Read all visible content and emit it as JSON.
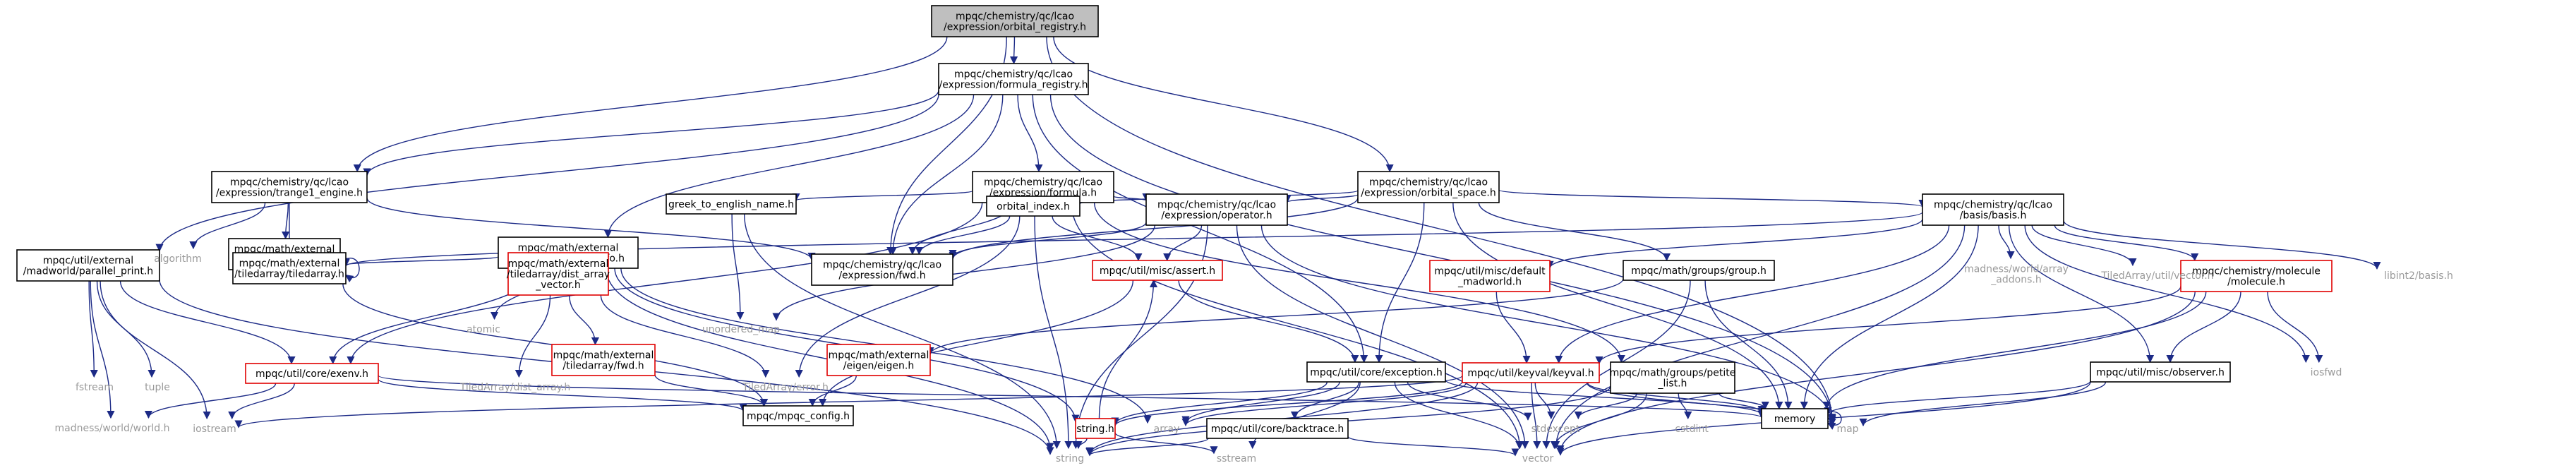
{
  "nodes": [
    {
      "id": "root",
      "lines": [
        "mpqc/chemistry/qc/lcao",
        "/expression/orbital_registry.h"
      ],
      "style": "root"
    },
    {
      "id": "formreg",
      "lines": [
        "mpqc/chemistry/qc/lcao",
        "/expression/formula_registry.h"
      ],
      "style": "box"
    },
    {
      "id": "trange",
      "lines": [
        "mpqc/chemistry/qc/lcao",
        "/expression/trange1_engine.h"
      ],
      "style": "box"
    },
    {
      "id": "formula",
      "lines": [
        "mpqc/chemistry/qc/lcao",
        "/expression/formula.h"
      ],
      "style": "box"
    },
    {
      "id": "orbspace",
      "lines": [
        "mpqc/chemistry/qc/lcao",
        "/expression/orbital_space.h"
      ],
      "style": "box"
    },
    {
      "id": "parprint",
      "lines": [
        "mpqc/util/external",
        "/madworld/parallel_print.h"
      ],
      "style": "box"
    },
    {
      "id": "tautil",
      "lines": [
        "mpqc/math/external",
        "/tiledarray/util.h"
      ],
      "style": "box"
    },
    {
      "id": "arrinfo",
      "lines": [
        "mpqc/math/external",
        "/tiledarray/array_info.h"
      ],
      "style": "box"
    },
    {
      "id": "greek",
      "lines": [
        "greek_to_english_name.h"
      ],
      "style": "box"
    },
    {
      "id": "orbidx",
      "lines": [
        "orbital_index.h"
      ],
      "style": "box"
    },
    {
      "id": "operator",
      "lines": [
        "mpqc/chemistry/qc/lcao",
        "/expression/operator.h"
      ],
      "style": "box"
    },
    {
      "id": "basis",
      "lines": [
        "mpqc/chemistry/qc/lcao",
        "/basis/basis.h"
      ],
      "style": "box"
    },
    {
      "id": "tiledarray",
      "lines": [
        "mpqc/math/external",
        "/tiledarray/tiledarray.h"
      ],
      "style": "box"
    },
    {
      "id": "distarr",
      "lines": [
        "mpqc/math/external",
        "/tiledarray/dist_array",
        "_vector.h"
      ],
      "style": "red"
    },
    {
      "id": "fwd",
      "lines": [
        "mpqc/chemistry/qc/lcao",
        "/expression/fwd.h"
      ],
      "style": "box"
    },
    {
      "id": "exenv",
      "lines": [
        "mpqc/util/core/exenv.h"
      ],
      "style": "red"
    },
    {
      "id": "assert",
      "lines": [
        "mpqc/util/misc/assert.h"
      ],
      "style": "red"
    },
    {
      "id": "defmad",
      "lines": [
        "mpqc/util/misc/default",
        "_madworld.h"
      ],
      "style": "red"
    },
    {
      "id": "group",
      "lines": [
        "mpqc/math/groups/group.h"
      ],
      "style": "box"
    },
    {
      "id": "molecule",
      "lines": [
        "mpqc/chemistry/molecule",
        "/molecule.h"
      ],
      "style": "red"
    },
    {
      "id": "tafwd",
      "lines": [
        "mpqc/math/external",
        "/tiledarray/fwd.h"
      ],
      "style": "red"
    },
    {
      "id": "eigen",
      "lines": [
        "mpqc/math/external",
        "/eigen/eigen.h"
      ],
      "style": "red"
    },
    {
      "id": "exception",
      "lines": [
        "mpqc/util/core/exception.h"
      ],
      "style": "box"
    },
    {
      "id": "keyval",
      "lines": [
        "mpqc/util/keyval/keyval.h"
      ],
      "style": "red"
    },
    {
      "id": "petite",
      "lines": [
        "mpqc/math/groups/petite",
        "_list.h"
      ],
      "style": "box"
    },
    {
      "id": "observer",
      "lines": [
        "mpqc/util/misc/observer.h"
      ],
      "style": "box"
    },
    {
      "id": "config",
      "lines": [
        "mpqc/mpqc_config.h"
      ],
      "style": "box"
    },
    {
      "id": "stringh",
      "lines": [
        "string.h"
      ],
      "style": "red"
    },
    {
      "id": "backtrace",
      "lines": [
        "mpqc/util/core/backtrace.h"
      ],
      "style": "box"
    },
    {
      "id": "memory",
      "lines": [
        "memory"
      ],
      "style": "box"
    },
    {
      "id": "algorithm",
      "lines": [
        "algorithm"
      ],
      "style": "plain"
    },
    {
      "id": "atomic",
      "lines": [
        "atomic"
      ],
      "style": "plain"
    },
    {
      "id": "unordered_map",
      "lines": [
        "unordered_map"
      ],
      "style": "plain"
    },
    {
      "id": "madaddons",
      "lines": [
        "madness/world/array",
        "_addons.h"
      ],
      "style": "plain"
    },
    {
      "id": "tavector",
      "lines": [
        "TiledArray/util/vector.h"
      ],
      "style": "plain"
    },
    {
      "id": "libint",
      "lines": [
        "libint2/basis.h"
      ],
      "style": "plain"
    },
    {
      "id": "fstream",
      "lines": [
        "fstream"
      ],
      "style": "plain"
    },
    {
      "id": "tuple",
      "lines": [
        "tuple"
      ],
      "style": "plain"
    },
    {
      "id": "tadistarr",
      "lines": [
        "TiledArray/dist_array.h"
      ],
      "style": "plain"
    },
    {
      "id": "taerror",
      "lines": [
        "TiledArray/error.h"
      ],
      "style": "plain"
    },
    {
      "id": "iosfwd",
      "lines": [
        "iosfwd"
      ],
      "style": "plain"
    },
    {
      "id": "madworld",
      "lines": [
        "madness/world/world.h"
      ],
      "style": "plain"
    },
    {
      "id": "iostream",
      "lines": [
        "iostream"
      ],
      "style": "plain"
    },
    {
      "id": "array",
      "lines": [
        "array"
      ],
      "style": "plain"
    },
    {
      "id": "stdexcept",
      "lines": [
        "stdexcept"
      ],
      "style": "plain"
    },
    {
      "id": "cstdint",
      "lines": [
        "cstdint"
      ],
      "style": "plain"
    },
    {
      "id": "map",
      "lines": [
        "map"
      ],
      "style": "plain"
    },
    {
      "id": "string",
      "lines": [
        "string"
      ],
      "style": "plain"
    },
    {
      "id": "sstream",
      "lines": [
        "sstream"
      ],
      "style": "plain"
    },
    {
      "id": "vector",
      "lines": [
        "vector"
      ],
      "style": "plain"
    }
  ],
  "edges": [
    [
      "root",
      "formreg"
    ],
    [
      "root",
      "orbspace"
    ],
    [
      "root",
      "trange"
    ],
    [
      "root",
      "fwd"
    ],
    [
      "root",
      "map"
    ],
    [
      "formreg",
      "trange"
    ],
    [
      "formreg",
      "formula"
    ],
    [
      "formreg",
      "parprint"
    ],
    [
      "formreg",
      "arrinfo"
    ],
    [
      "formreg",
      "fwd"
    ],
    [
      "formreg",
      "exception"
    ],
    [
      "formreg",
      "map"
    ],
    [
      "trange",
      "algorithm"
    ],
    [
      "trange",
      "tautil"
    ],
    [
      "trange",
      "tiledarray"
    ],
    [
      "trange",
      "fwd"
    ],
    [
      "tautil",
      "tiledarray"
    ],
    [
      "formula",
      "greek"
    ],
    [
      "formula",
      "orbidx"
    ],
    [
      "formula",
      "operator"
    ],
    [
      "formula",
      "fwd"
    ],
    [
      "formula",
      "vector"
    ],
    [
      "formula",
      "exenv"
    ],
    [
      "formula",
      "petite"
    ],
    [
      "orbspace",
      "orbidx"
    ],
    [
      "orbspace",
      "operator"
    ],
    [
      "orbspace",
      "basis"
    ],
    [
      "orbspace",
      "group"
    ],
    [
      "orbspace",
      "exception"
    ],
    [
      "orbspace",
      "fwd"
    ],
    [
      "orbspace",
      "memory"
    ],
    [
      "parprint",
      "fstream"
    ],
    [
      "parprint",
      "tuple"
    ],
    [
      "parprint",
      "iostream"
    ],
    [
      "parprint",
      "madworld"
    ],
    [
      "parprint",
      "string"
    ],
    [
      "parprint",
      "exenv"
    ],
    [
      "arrinfo",
      "tiledarray"
    ],
    [
      "arrinfo",
      "distarr"
    ],
    [
      "arrinfo",
      "atomic"
    ],
    [
      "arrinfo",
      "string"
    ],
    [
      "arrinfo",
      "exenv"
    ],
    [
      "arrinfo",
      "array"
    ],
    [
      "arrinfo",
      "stringh"
    ],
    [
      "greek",
      "unordered_map"
    ],
    [
      "greek",
      "string"
    ],
    [
      "orbidx",
      "assert"
    ],
    [
      "orbidx",
      "fwd"
    ],
    [
      "orbidx",
      "string"
    ],
    [
      "orbidx",
      "taerror"
    ],
    [
      "operator",
      "fwd"
    ],
    [
      "operator",
      "assert"
    ],
    [
      "operator",
      "string"
    ],
    [
      "operator",
      "vector"
    ],
    [
      "operator",
      "unordered_map"
    ],
    [
      "operator",
      "map"
    ],
    [
      "basis",
      "molecule"
    ],
    [
      "basis",
      "madaddons"
    ],
    [
      "basis",
      "tavector"
    ],
    [
      "basis",
      "libint"
    ],
    [
      "basis",
      "iosfwd"
    ],
    [
      "basis",
      "observer"
    ],
    [
      "basis",
      "keyval"
    ],
    [
      "basis",
      "defmad"
    ],
    [
      "basis",
      "tiledarray"
    ],
    [
      "basis",
      "memory"
    ],
    [
      "basis",
      "vector"
    ],
    [
      "tiledarray",
      "tiledarray"
    ],
    [
      "tiledarray",
      "config"
    ],
    [
      "distarr",
      "tadistarr"
    ],
    [
      "distarr",
      "tafwd"
    ],
    [
      "distarr",
      "taerror"
    ],
    [
      "tafwd",
      "config"
    ],
    [
      "assert",
      "config"
    ],
    [
      "assert",
      "exception"
    ],
    [
      "eigen",
      "config"
    ],
    [
      "exenv",
      "madworld"
    ],
    [
      "exenv",
      "iostream"
    ],
    [
      "exenv",
      "config"
    ],
    [
      "exenv",
      "memory"
    ],
    [
      "defmad",
      "keyval"
    ],
    [
      "group",
      "eigen"
    ],
    [
      "group",
      "memory"
    ],
    [
      "group",
      "vector"
    ],
    [
      "molecule",
      "keyval"
    ],
    [
      "molecule",
      "observer"
    ],
    [
      "molecule",
      "iosfwd"
    ],
    [
      "molecule",
      "vector"
    ],
    [
      "molecule",
      "memory"
    ],
    [
      "exception",
      "stdexcept"
    ],
    [
      "exception",
      "stringh"
    ],
    [
      "exception",
      "backtrace"
    ],
    [
      "exception",
      "sstream"
    ],
    [
      "exception",
      "vector"
    ],
    [
      "exception",
      "array"
    ],
    [
      "exception",
      "memory"
    ],
    [
      "keyval",
      "map"
    ],
    [
      "keyval",
      "memory"
    ],
    [
      "keyval",
      "stdexcept"
    ],
    [
      "keyval",
      "vector"
    ],
    [
      "keyval",
      "string"
    ],
    [
      "keyval",
      "array"
    ],
    [
      "keyval",
      "iostream"
    ],
    [
      "keyval",
      "stringh"
    ],
    [
      "petite",
      "cstdint"
    ],
    [
      "petite",
      "stdexcept"
    ],
    [
      "petite",
      "vector"
    ],
    [
      "petite",
      "memory"
    ],
    [
      "petite",
      "string"
    ],
    [
      "observer",
      "map"
    ],
    [
      "observer",
      "vector"
    ],
    [
      "observer",
      "memory"
    ],
    [
      "stringh",
      "string"
    ],
    [
      "stringh",
      "sstream"
    ],
    [
      "stringh",
      "assert"
    ],
    [
      "backtrace",
      "string"
    ],
    [
      "backtrace",
      "vector"
    ],
    [
      "memory",
      "memory"
    ]
  ]
}
